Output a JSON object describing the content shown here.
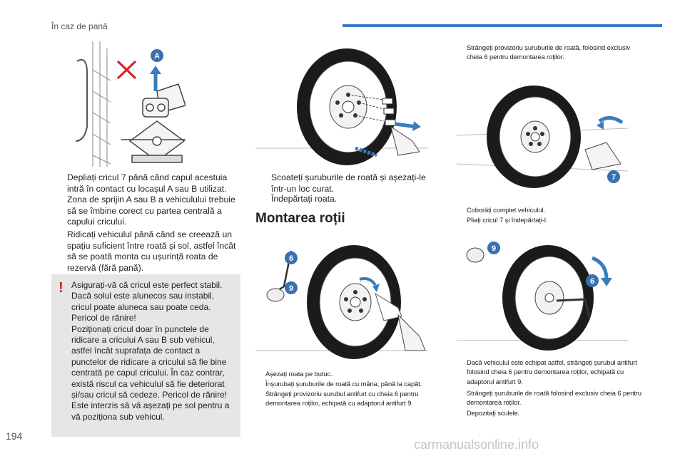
{
  "header": {
    "title": "În caz de pană"
  },
  "page_number": "194",
  "watermark": "carmanualsonline.info",
  "left": {
    "figure_labels": [
      "A"
    ],
    "paragraphs": [
      {
        "bullet": "",
        "text": "Depliați cricul 7 până când capul acestuia intră în contact cu locașul A sau B utilizat. Zona de sprijin A sau B a vehiculului trebuie să se îmbine corect cu partea centrală a capului cricului."
      },
      {
        "bullet": "",
        "text": "Ridicați vehiculul până când se creează un spațiu suficient între roată și sol, astfel încât să se poată monta cu ușurință roata de rezervă (fără pană)."
      }
    ],
    "warning": {
      "mark": "!",
      "text": "Asigurați-vă că cricul este perfect stabil. Dacă solul este alunecos sau instabil, cricul poate aluneca sau poate ceda. Pericol de rănire!\nPoziționați cricul doar în punctele de ridicare a cricului A sau B sub vehicul, astfel încât suprafața de contact a punctelor de ridicare a cricului să fie bine centrată pe capul cricului. În caz contrar, există riscul ca vehiculul să fie deteriorat și/sau cricul să cedeze. Pericol de rănire! Este interzis să vă așezați pe sol pentru a vă poziționa sub vehicul."
    }
  },
  "middle": {
    "paragraphs": [
      {
        "bullet": "",
        "text": "Scoateți șuruburile de roată și așezați-le într-un loc curat."
      },
      {
        "bullet": "",
        "text": "Îndepărtați roata."
      }
    ],
    "section_title": "Montarea roții",
    "figure_labels": [
      "6",
      "9"
    ],
    "steps": [
      {
        "bullet": "",
        "text": "Așezați roata pe butuc."
      },
      {
        "bullet": "",
        "text": "Înșurubați șuruburile de roată cu mâna, până la capăt."
      },
      {
        "bullet": "",
        "text": "Strângeți provizoriu șurubul antifurt cu cheia 6 pentru demontarea roților, echipată cu adaptorul antifurt 9."
      }
    ]
  },
  "right": {
    "top_step": {
      "bullet": "",
      "text": "Strângeți provizoriu șuruburile de roată, folosind exclusiv cheia 6 pentru demontarea roților."
    },
    "figure1_labels": [
      "7"
    ],
    "mid_steps": [
      {
        "bullet": "",
        "text": "Coborâți complet vehiculul."
      },
      {
        "bullet": "",
        "text": "Pliați cricul 7 și îndepărtați-l."
      }
    ],
    "figure2_labels": [
      "9",
      "6"
    ],
    "bottom_steps": [
      {
        "bullet": "",
        "text": "Dacă vehiculul este echipat astfel, strângeți șurubul antifurt folosind cheia 6 pentru demontarea roților, echipată cu adaptorul antifurt 9."
      },
      {
        "bullet": "",
        "text": "Strângeți șuruburile de roată folosind exclusiv cheia 6 pentru demontarea roților."
      },
      {
        "bullet": "",
        "text": "Depozitați sculele."
      }
    ]
  },
  "colors": {
    "accent": "#3a7bbf",
    "label_badge": "#3a6fb0",
    "warning": "#d81f26",
    "arrow": "#3a7bbf"
  }
}
